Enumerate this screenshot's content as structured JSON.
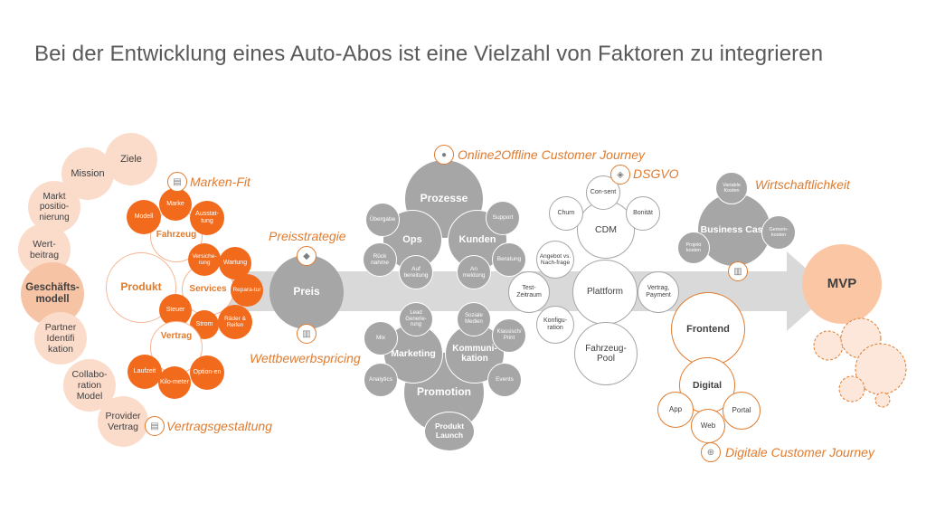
{
  "title": "Bei der Entwicklung eines Auto-Abos ist eine Vielzahl von Faktoren zu integrieren",
  "colors": {
    "orange": "#f26b1d",
    "orange_text": "#e07b2e",
    "peach": "#fbdccb",
    "peach_dark": "#f6c3a5",
    "grey": "#a6a6a6",
    "arrow": "#d9d9d9",
    "title": "#595959"
  },
  "left": {
    "ziele": "Ziele",
    "mission": "Mission",
    "marktpositionierung": "Markt positio-nierung",
    "wertbeitrag": "Wert-beitrag",
    "geschaeftsmodell": "Geschäfts-modell",
    "partner": "Partner Identifi kation",
    "collaboration": "Collabo-ration Model",
    "provider": "Provider Vertrag"
  },
  "produkt": {
    "produkt": "Produkt",
    "fahrzeug": "Fahrzeug",
    "modell": "Modell",
    "marke": "Marke",
    "ausstattung": "Ausstat-tung",
    "services": "Services",
    "versicherung": "Versiche-rung",
    "wartung": "Wartung",
    "reparatur": "Repara-tur",
    "steuer": "Steuer",
    "strom": "Strom",
    "raeder": "Räder & Reifen",
    "vertrag": "Vertrag",
    "laufzeit": "Laufzeit",
    "kilometer": "Kilo-meter",
    "optionen": "Option-en"
  },
  "preis": {
    "label": "Preis"
  },
  "prozesse": {
    "prozesse": "Prozesse",
    "ops": "Ops",
    "kunden": "Kunden",
    "uebergabe": "Übergabe",
    "rucknahme": "Rück nahme",
    "aufbereitung": "Auf bereitung",
    "support": "Support",
    "beratung": "Beratung",
    "anmeldung": "An meldung"
  },
  "promotion": {
    "promotion": "Promotion",
    "marketing": "Marketing",
    "kommunikation": "Kommuni-kation",
    "mix": "Mix",
    "lead": "Lead Generie-rung",
    "analytics": "Analytics",
    "soziale": "Soziale Medien",
    "klassisch": "Klassisch/ Print",
    "events": "Events",
    "launch": "Produkt Launch"
  },
  "platform": {
    "cdm": "CDM",
    "consent": "Con-sent",
    "churn": "Churn",
    "bonitaet": "Bonität",
    "plattform": "Plattform",
    "angebot": "Angebot vs. Nach-frage",
    "testzeitraum": "Test-Zeitraum",
    "konfiguration": "Konfigu-ration",
    "vertrag_payment": "Vertrag, Payment",
    "fahrzeugpool": "Fahrzeug-Pool"
  },
  "business": {
    "business_case": "Business Case",
    "variable": "Variable Kosten",
    "gemein": "Gemein-kosten",
    "projekt": "Projekt kosten"
  },
  "frontend": {
    "frontend": "Frontend",
    "digital": "Digital",
    "app": "App",
    "web": "Web",
    "portal": "Portal"
  },
  "mvp": "MVP",
  "labels": {
    "markenfit": "Marken-Fit",
    "preisstrategie": "Preisstrategie",
    "wettbewerb": "Wettbewerbspricing",
    "vertragsgestaltung": "Vertragsgestaltung",
    "o2o": "Online2Offline Customer Journey",
    "dsgvo": "DSGVO",
    "wirtschaftlichkeit": "Wirtschaftlichkeit",
    "digitalcj": "Digitale Customer Journey"
  },
  "icons": [
    "tag-icon",
    "chart-icon",
    "document-icon",
    "people-icon",
    "lock-icon",
    "globe-icon",
    "bar-chart-icon"
  ]
}
